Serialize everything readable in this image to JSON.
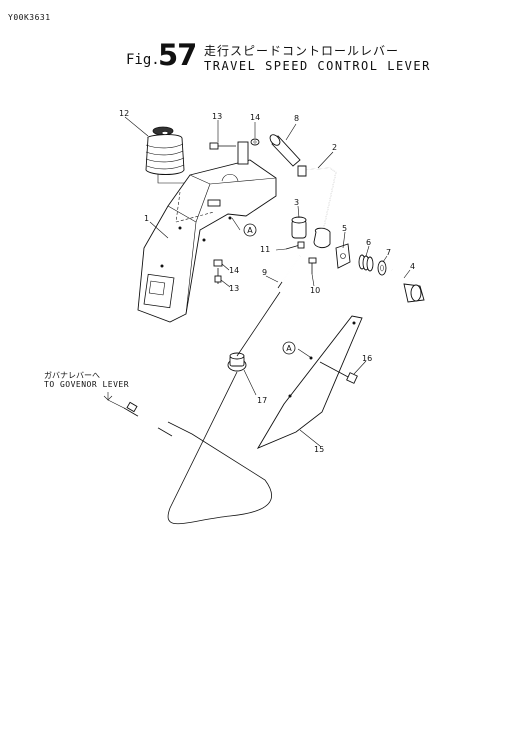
{
  "header": {
    "doc_code": "Y00K3631",
    "fig_label": "Fig.",
    "fig_number": "57",
    "title_jp": "走行スピードコントロールレバー",
    "title_en": "TRAVEL SPEED CONTROL LEVER"
  },
  "annotation": {
    "governor_jp": "ガバナレバーへ",
    "governor_en": "TO GOVENOR LEVER"
  },
  "part_numbers": {
    "p1": "1",
    "p2": "2",
    "p3": "3",
    "p4": "4",
    "p5": "5",
    "p6": "6",
    "p7": "7",
    "p8": "8",
    "p9": "9",
    "p10": "10",
    "p11": "11",
    "p12": "12",
    "p13a": "13",
    "p13b": "13",
    "p14a": "14",
    "p14b": "14",
    "p15": "15",
    "p16": "16",
    "p17": "17"
  },
  "reference_marks": {
    "a1": "A",
    "a2": "A"
  }
}
